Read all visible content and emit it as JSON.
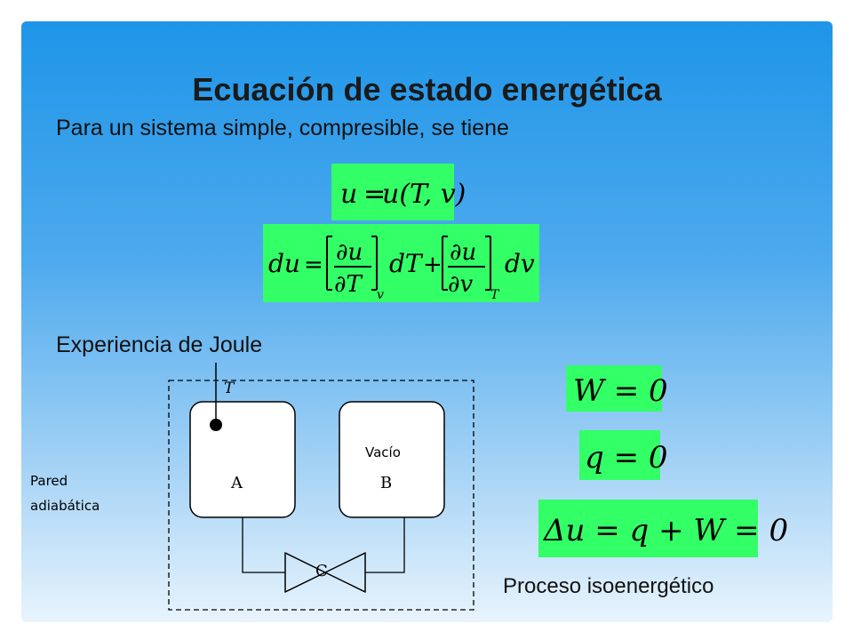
{
  "title": "Ecuación de estado energética",
  "intro": "Para un sistema simple, compresible, se tiene",
  "eq1": {
    "lhs": "u",
    "rhs": "u(T, v)"
  },
  "eq2": {
    "lhs": "du",
    "d1_num": "∂u",
    "d1_den": "∂T",
    "d1_sub": "v",
    "dT": "dT",
    "d2_num": "∂u",
    "d2_den": "∂v",
    "d2_sub": "T",
    "dv": "dv"
  },
  "joule": "Experiencia de Joule",
  "diagram": {
    "thermo_label": "T",
    "vacuum_label": "Vacío",
    "vessel_a": "A",
    "vessel_b": "B",
    "valve": "C",
    "wall_line1": "Pared",
    "wall_line2": "adiabática"
  },
  "eq_w": "W = 0",
  "eq_q": "q = 0",
  "eq_du": "Δu = q + W = 0",
  "process": "Proceso isoenergético"
}
